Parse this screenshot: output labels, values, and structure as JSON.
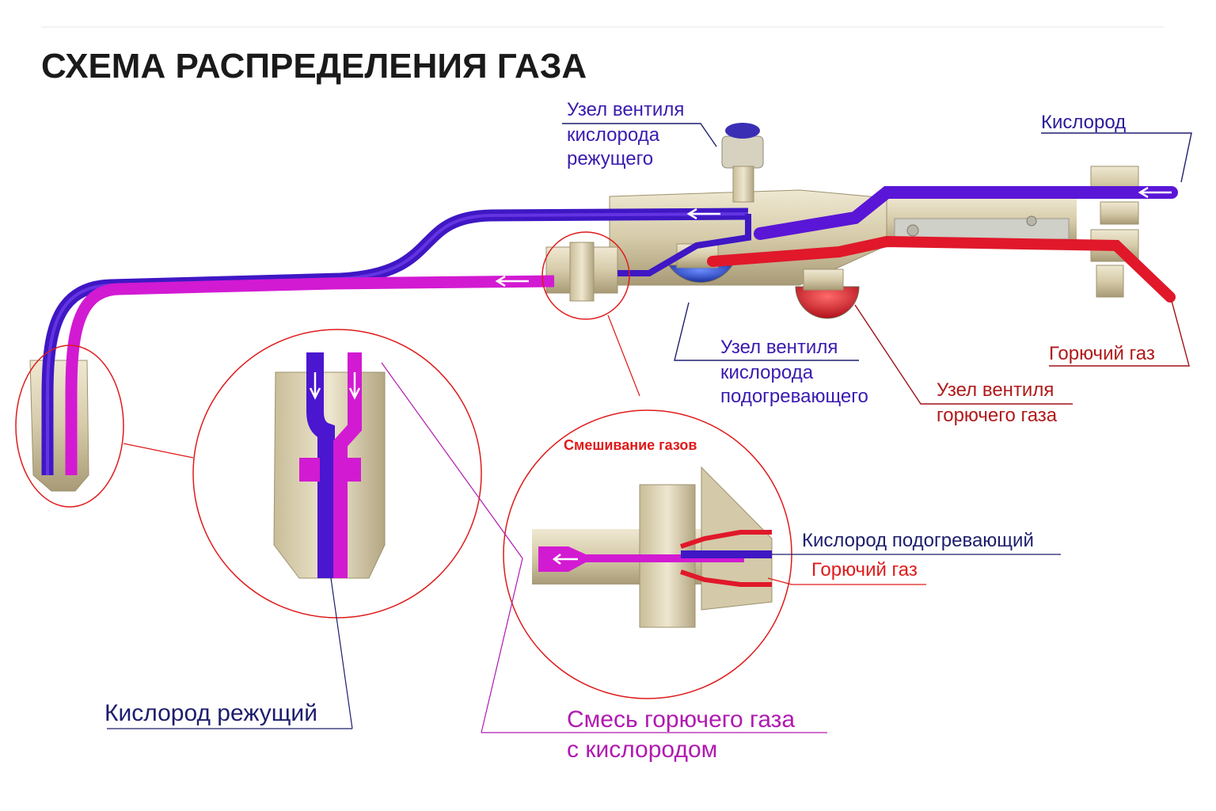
{
  "title": "СХЕМА РАСПРЕДЕЛЕНИЯ ГАЗА",
  "colors": {
    "oxygen": "#4a10c8",
    "oxygen_label": "#3a1bb0",
    "fuel": "#e0182a",
    "mix": "#d21ad2",
    "brass": "#d9ceb0",
    "brass_dark": "#a99c7c",
    "circle": "#e01a1a",
    "dark_line": "#1d1d6e"
  },
  "labels": {
    "cutting_valve": [
      "Узел вентиля",
      "кислорода",
      "режущего"
    ],
    "oxygen_inlet": "Кислород",
    "preheat_valve": [
      "Узел вентиля",
      "кислорода",
      "подогревающего"
    ],
    "fuel_inlet": "Горючий газ",
    "fuel_valve": [
      "Узел вентиля",
      "горючего газа"
    ],
    "mixing_title": "Смешивание газов",
    "preheat_oxygen": "Кислород подогревающий",
    "mixing_fuel": "Горючий газ",
    "cutting_oxygen": "Кислород режущий",
    "mixture": [
      "Смесь горючего газа",
      "с кислородом"
    ]
  }
}
